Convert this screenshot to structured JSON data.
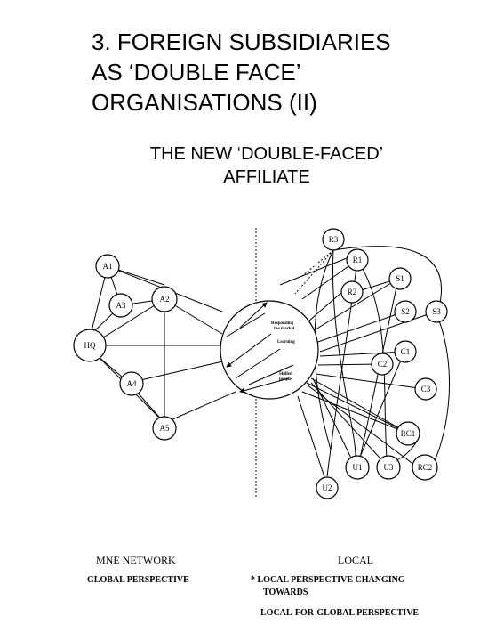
{
  "title": {
    "line1": "3. FOREIGN SUBSIDIARIES",
    "line2": "AS ‘DOUBLE FACE’",
    "line3": "ORGANISATIONS (II)"
  },
  "subtitle": {
    "line1": "THE NEW ‘DOUBLE-FACED’",
    "line2": "AFFILIATE"
  },
  "diagram": {
    "left_nodes": {
      "A1": "A1",
      "A3": "A3",
      "A2": "A2",
      "HQ": "HQ",
      "A4": "A4",
      "A5": "A5"
    },
    "right_nodes": {
      "R3": "R3",
      "R1": "R1",
      "R2": "R2",
      "S1": "S1",
      "S2": "S2",
      "S3": "S3",
      "C1": "C1",
      "C2": "C2",
      "C3": "C3",
      "RC1": "RC1",
      "U1": "U1",
      "U3": "U3",
      "RC2": "RC2",
      "U2": "U2"
    },
    "circle_labels": {
      "responding_1": "Responding",
      "responding_2": "the market",
      "learning": "Learning",
      "skilled_1": "Skilled",
      "skilled_2": "people"
    }
  },
  "footer": {
    "left_heading": "MNE NETWORK",
    "left_sub": "GLOBAL PERSPECTIVE",
    "right_heading": "LOCAL",
    "right_line1": "* LOCAL PERSPECTIVE CHANGING",
    "right_line2": "TOWARDS",
    "right_line3": "LOCAL-FOR-GLOBAL PERSPECTIVE"
  },
  "colors": {
    "ink": "#000000",
    "background": "#ffffff"
  }
}
